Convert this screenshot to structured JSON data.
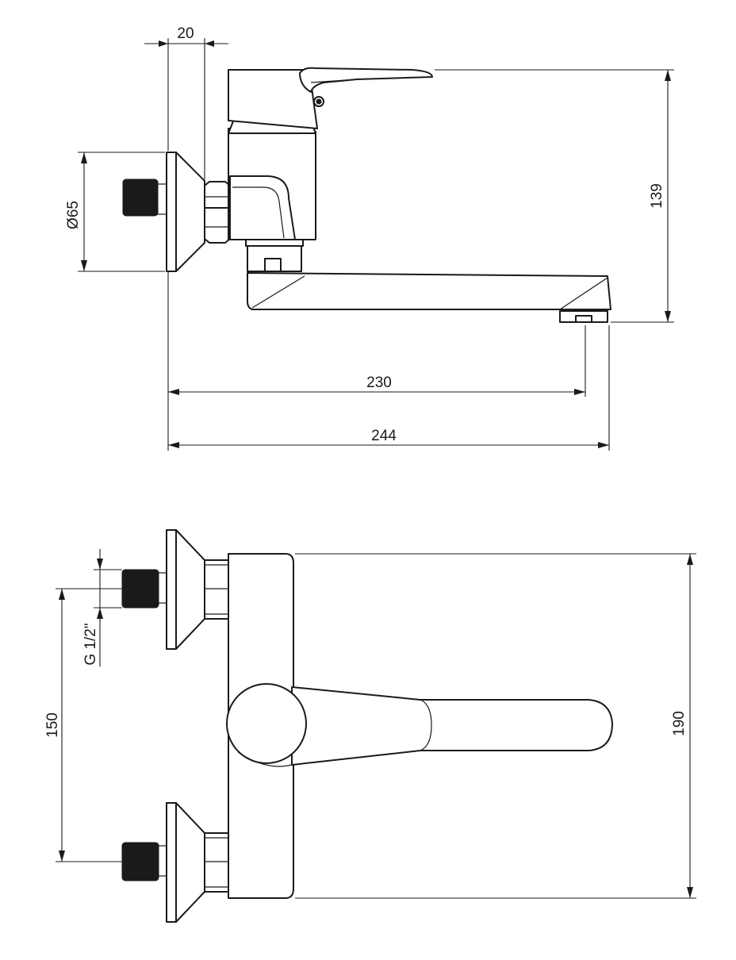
{
  "colors": {
    "line": "#1a1a1a",
    "background": "#ffffff"
  },
  "dimensions": {
    "flange_offset": "20",
    "flange_diameter": "Ø65",
    "height": "139",
    "spout_reach_outlet": "230",
    "total_length": "244",
    "inlet_spacing": "150",
    "thread": "G 1/2\"",
    "body_height": "190"
  }
}
